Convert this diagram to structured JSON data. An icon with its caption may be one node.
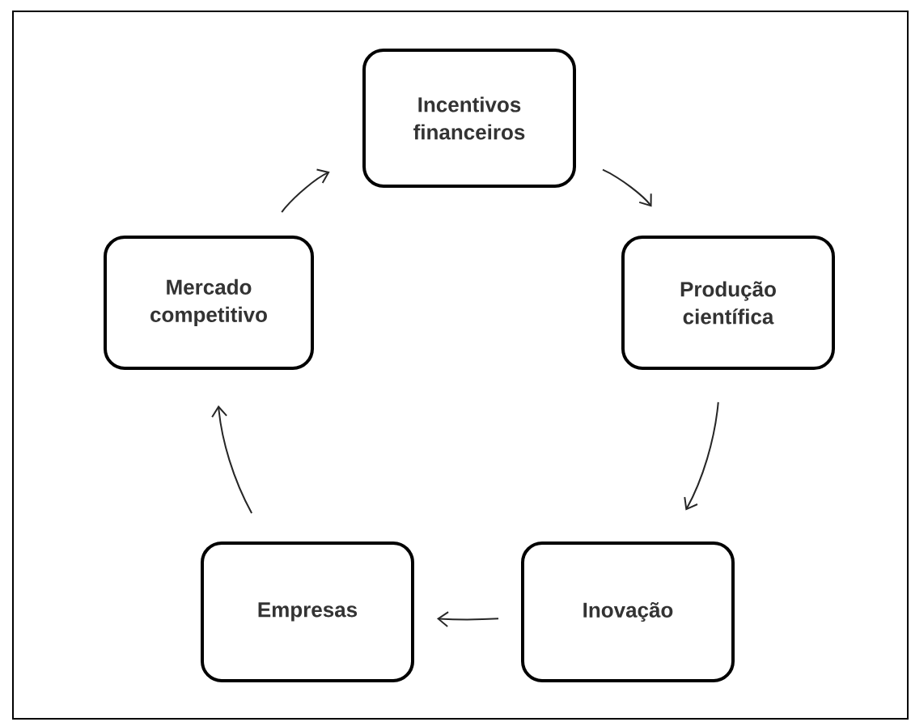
{
  "diagram": {
    "nodes": [
      {
        "text": [
          "Incentivos financeiros"
        ]
      },
      {
        "text": [
          "Produção científica"
        ]
      },
      {
        "text": [
          "Inovação"
        ]
      },
      {
        "text": [
          "Empresas"
        ]
      },
      {
        "text": [
          "Mercado competitivo"
        ]
      }
    ],
    "edges": [
      {
        "from": 0,
        "to": 1,
        "arrow": "to"
      },
      {
        "from": 1,
        "to": 2,
        "arrow": "to"
      },
      {
        "from": 2,
        "to": 3,
        "arrow": "to"
      },
      {
        "from": 3,
        "to": 4,
        "arrow": "to"
      },
      {
        "from": 4,
        "to": 0,
        "arrow": "to"
      }
    ]
  }
}
